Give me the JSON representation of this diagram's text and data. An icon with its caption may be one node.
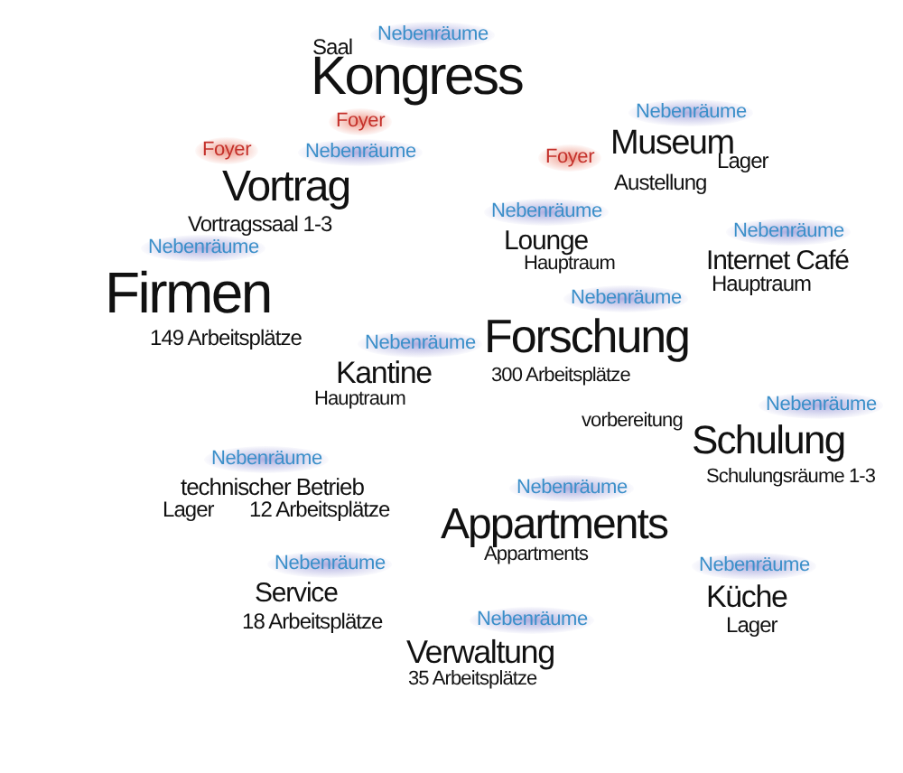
{
  "diagram": {
    "nodes": [
      {
        "text": [
          "Saal",
          "Kongress"
        ]
      },
      {
        "text": [
          "Nebenräume"
        ]
      },
      {
        "text": [
          "Foyer"
        ]
      },
      {
        "text": [
          "Museum",
          "Lager",
          "Austellung"
        ]
      },
      {
        "text": [
          "Nebenräume"
        ]
      },
      {
        "text": [
          "Foyer"
        ]
      },
      {
        "text": [
          "Vortrag",
          "Vortragssaal 1-3"
        ]
      },
      {
        "text": [
          "Foyer"
        ]
      },
      {
        "text": [
          "Nebenräume"
        ]
      },
      {
        "text": [
          "Lounge",
          "Hauptraum"
        ]
      },
      {
        "text": [
          "Nebenräume"
        ]
      },
      {
        "text": [
          "Internet Café",
          "Hauptraum"
        ]
      },
      {
        "text": [
          "Nebenräume"
        ]
      },
      {
        "text": [
          "Firmen",
          "149 Arbeitsplätze"
        ]
      },
      {
        "text": [
          "Nebenräume"
        ]
      },
      {
        "text": [
          "Forschung",
          "300 Arbeitsplätze"
        ]
      },
      {
        "text": [
          "Nebenräume"
        ]
      },
      {
        "text": [
          "Kantine",
          "Hauptraum"
        ]
      },
      {
        "text": [
          "Nebenräume"
        ]
      },
      {
        "text": [
          "vorbereitung",
          "Schulung",
          "Schulungsräume 1-3"
        ]
      },
      {
        "text": [
          "Nebenräume"
        ]
      },
      {
        "text": [
          "technischer Betrieb",
          "Lager",
          "12 Arbeitsplätze"
        ]
      },
      {
        "text": [
          "Nebenräume"
        ]
      },
      {
        "text": [
          "Appartments",
          "Appartments"
        ]
      },
      {
        "text": [
          "Nebenräume"
        ]
      },
      {
        "text": [
          "Service",
          "18 Arbeitsplätze"
        ]
      },
      {
        "text": [
          "Nebenräume"
        ]
      },
      {
        "text": [
          "Küche",
          "Lager"
        ]
      },
      {
        "text": [
          "Nebenräume"
        ]
      },
      {
        "text": [
          "Verwaltung",
          "35 Arbeitsplätze"
        ]
      },
      {
        "text": [
          "Nebenräume"
        ]
      }
    ]
  }
}
